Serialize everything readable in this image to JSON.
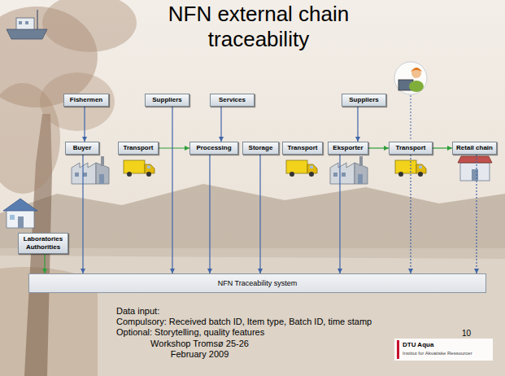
{
  "diagram": {
    "title": "NFN external chain traceability",
    "nodes": [
      {
        "text": [
          "Fishermen"
        ]
      },
      {
        "text": [
          "Suppliers"
        ]
      },
      {
        "text": [
          "Services"
        ]
      },
      {
        "text": [
          "Suppliers"
        ]
      },
      {
        "text": [
          "Buyer"
        ]
      },
      {
        "text": [
          "Transport"
        ]
      },
      {
        "text": [
          "Processing"
        ]
      },
      {
        "text": [
          "Storage"
        ]
      },
      {
        "text": [
          "Transport"
        ]
      },
      {
        "text": [
          "Eksporter"
        ]
      },
      {
        "text": [
          "Transport"
        ]
      },
      {
        "text": [
          "Retail chain"
        ]
      },
      {
        "text": [
          "Laboratories Authorities"
        ]
      },
      {
        "text": [
          "NFN Traceability system"
        ]
      }
    ],
    "edges": [
      {
        "from": 0,
        "to": 4,
        "arrow": "to"
      },
      {
        "from": 5,
        "to": 6,
        "arrow": "to"
      },
      {
        "from": 9,
        "to": 10,
        "arrow": "to"
      },
      {
        "from": 10,
        "to": 11,
        "arrow": "to"
      },
      {
        "from": 1,
        "to": 13,
        "arrow": "to"
      },
      {
        "from": 2,
        "to": 6,
        "arrow": "to"
      },
      {
        "from": 3,
        "to": 9,
        "arrow": "to"
      },
      {
        "from": 12,
        "to": 13,
        "arrow": "to"
      },
      {
        "from": 4,
        "to": 13,
        "arrow": "to"
      },
      {
        "from": 6,
        "to": 13,
        "arrow": "to"
      },
      {
        "from": 7,
        "to": 13,
        "arrow": "to"
      },
      {
        "from": 9,
        "to": 13,
        "arrow": "to"
      },
      {
        "from": 10,
        "to": 13,
        "arrow": "to"
      },
      {
        "from": 11,
        "to": 13,
        "arrow": "to"
      }
    ],
    "labels": [
      "Data input:",
      "Compulsory: Received batch ID, Item type, Batch ID, time stamp",
      "Optional: Storytelling, quality features",
      "Workshop Tromsø 25-26 February 2009",
      "10",
      "DTU Aqua",
      "Institut for Akvatiske Ressourcer"
    ]
  }
}
